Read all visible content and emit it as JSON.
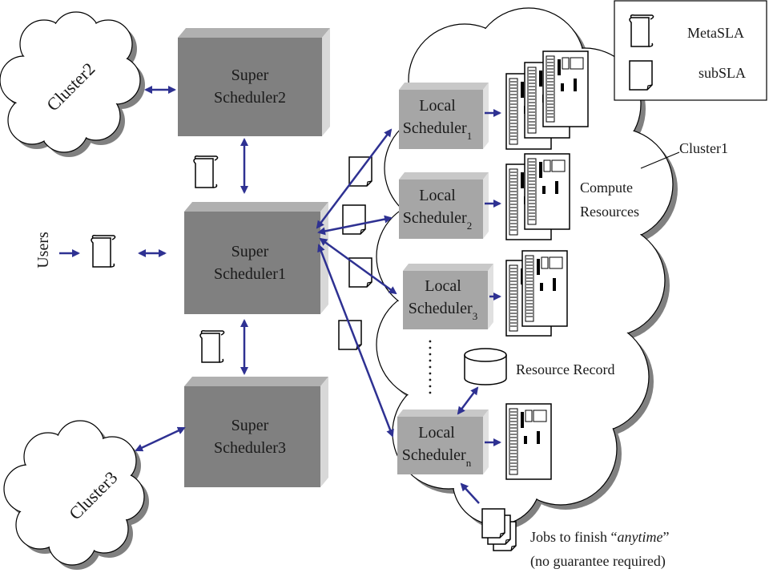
{
  "legend": {
    "meta": "MetaSLA",
    "sub": "subSLA"
  },
  "super_schedulers": [
    {
      "line1": "Super",
      "line2": "Scheduler2"
    },
    {
      "line1": "Super",
      "line2": "Scheduler1"
    },
    {
      "line1": "Super",
      "line2": "Scheduler3"
    }
  ],
  "local_schedulers": [
    {
      "line1": "Local",
      "line2": "Scheduler",
      "sub": "1"
    },
    {
      "line1": "Local",
      "line2": "Scheduler",
      "sub": "2"
    },
    {
      "line1": "Local",
      "line2": "Scheduler",
      "sub": "3"
    },
    {
      "line1": "Local",
      "line2": "Scheduler",
      "sub": "n"
    }
  ],
  "clusters": {
    "c1": "Cluster1",
    "c2": "Cluster2",
    "c3": "Cluster3"
  },
  "users": "Users",
  "compute_resources": {
    "line1": "Compute",
    "line2": "Resources"
  },
  "resource_record": "Resource Record",
  "jobs": {
    "prefix": "Jobs to finish “",
    "emph": "anytime",
    "suffix": "”",
    "line2": "(no guarantee required)"
  },
  "ellipsis": "………"
}
